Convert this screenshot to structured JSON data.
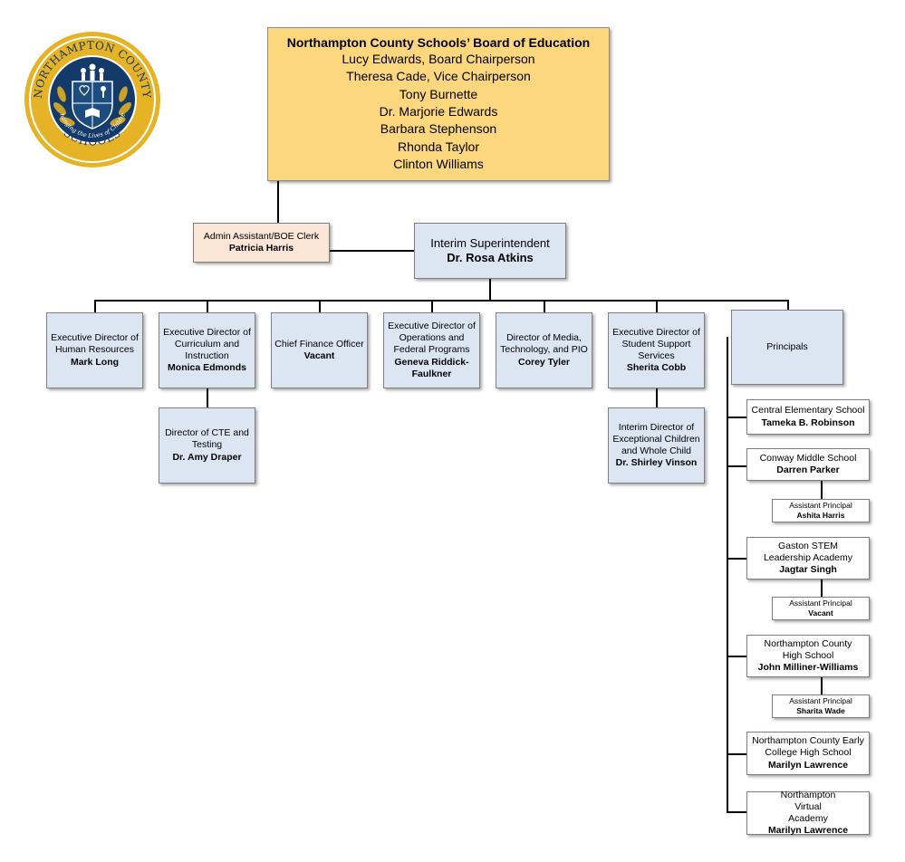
{
  "seal": {
    "top_text": "NORTHAMPTON COUNTY",
    "bottom_text": "SCHOOLS",
    "motto": "Changing the Lives of Children",
    "colors": {
      "outer": "#e6b326",
      "ring": "#143a69",
      "shield": "#1d4c7f",
      "leaf": "#c9a22a"
    }
  },
  "board": {
    "title": "Northampton County Schools’ Board of Education",
    "members": [
      "Lucy Edwards, Board Chairperson",
      "Theresa Cade, Vice Chairperson",
      "Tony Burnette",
      "Dr. Marjorie Edwards",
      "Barbara Stephenson",
      "Rhonda Taylor",
      "Clinton Williams"
    ]
  },
  "clerk": {
    "role": "Admin Assistant/BOE Clerk",
    "name": "Patricia Harris"
  },
  "superintendent": {
    "role": "Interim Superintendent",
    "name": "Dr. Rosa Atkins"
  },
  "directors": [
    {
      "role": "Executive Director of Human Resources",
      "name": "Mark Long"
    },
    {
      "role": "Executive Director of Curriculum and Instruction",
      "name": "Monica Edmonds"
    },
    {
      "role": "Chief Finance Officer",
      "name": "Vacant"
    },
    {
      "role": "Executive Director of Operations and Federal Programs",
      "name": "Geneva Riddick-Faulkner"
    },
    {
      "role": "Director of Media, Technology, and PIO",
      "name": "Corey Tyler"
    },
    {
      "role": "Executive Director of Student Support Services",
      "name": "Sherita Cobb"
    }
  ],
  "principals_label": "Principals",
  "sub_directors": [
    {
      "role": "Director of CTE and Testing",
      "name": "Dr. Amy Draper"
    },
    {
      "role": "Interim Director of Exceptional Children and Whole Child",
      "name": "Dr. Shirley Vinson"
    }
  ],
  "schools": [
    {
      "role": "Central Elementary School",
      "name": "Tameka B. Robinson"
    },
    {
      "role": "Conway Middle School",
      "name": "Darren Parker"
    },
    {
      "role": "Gaston STEM Leadership Academy",
      "name": "Jagtar Singh"
    },
    {
      "role": "Northampton County High School",
      "name": "John Milliner-Williams"
    },
    {
      "role": "Northampton County Early College High School",
      "name": "Marilyn Lawrence"
    },
    {
      "role": "Northampton Virtual Academy",
      "name": "Marilyn Lawrence"
    }
  ],
  "assistant_principals": [
    {
      "role": "Assistant Principal",
      "name": "Ashita Harris"
    },
    {
      "role": "Assistant Principal",
      "name": "Vacant"
    },
    {
      "role": "Assistant Principal",
      "name": "Sharita Wade"
    }
  ]
}
